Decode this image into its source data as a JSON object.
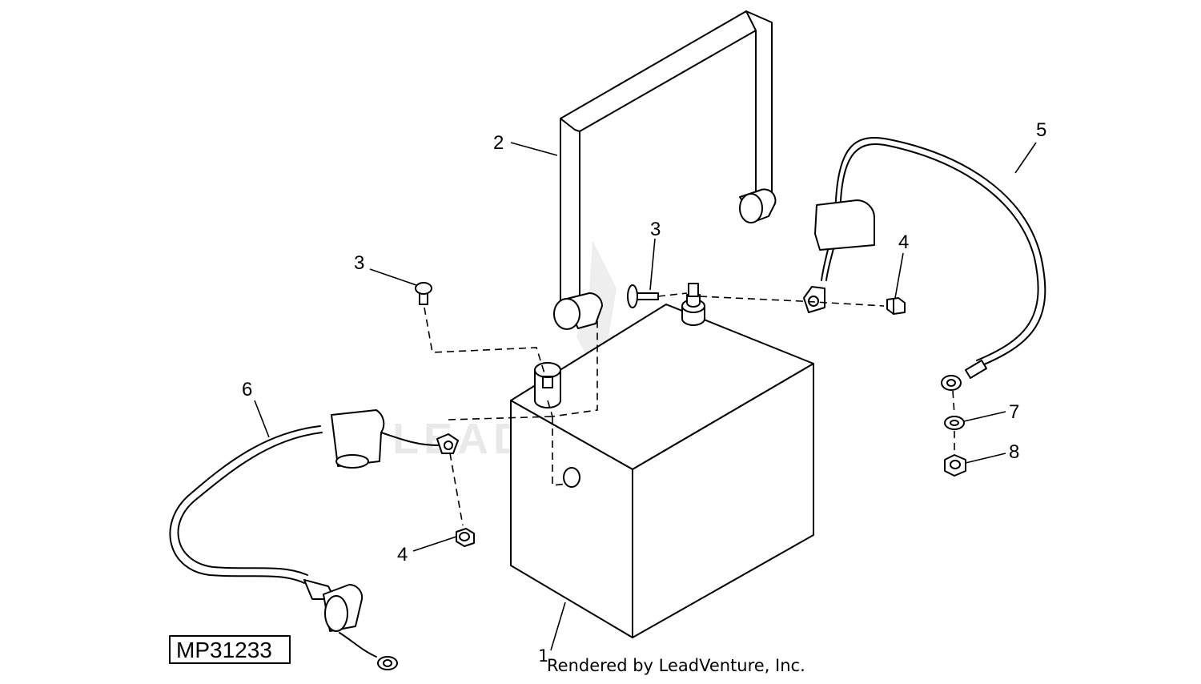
{
  "figure_id": "MP31233",
  "credit": {
    "marker": "1",
    "text": "Rendered by LeadVenture, Inc."
  },
  "watermark": "LEADVENTURE",
  "callouts": {
    "battery": "1",
    "hold_down_rod": "2",
    "bolt_positive": "3",
    "bolt_negative": "3",
    "nut_positive": "4",
    "nut_negative": "4",
    "positive_cable": "5",
    "negative_cable": "6",
    "lock_washer": "7",
    "hex_nut": "8"
  }
}
